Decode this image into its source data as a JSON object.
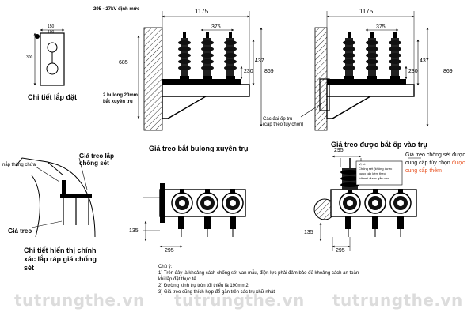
{
  "watermark": [
    "tutrungthe.vn",
    "tutrungthe.vn",
    "tutrungthe.vn"
  ],
  "top_left": {
    "dim_295_label": "295 - 27kV định mức",
    "dim_1175": "1175",
    "dim_375": "375",
    "dim_437": "437",
    "dim_869": "869",
    "dim_685": "685",
    "dim_230": "230",
    "bolt_note_1": "2 bulong 20mm",
    "bolt_note_2": "bắt xuyên trụ",
    "caption": "Giá treo bắt bulong xuyên trụ"
  },
  "top_right": {
    "dim_1175": "1175",
    "dim_375": "375",
    "dim_437": "437",
    "dim_869": "869",
    "dim_230": "230",
    "clamp_note_1": "Các đai ốp trụ",
    "clamp_note_2": "(cấp theo tùy chọn)",
    "caption": "Giá treo được bắt ốp vào trụ"
  },
  "detail": {
    "dim_150": "150",
    "dim_100": "100",
    "dim_300": "300",
    "caption": "Chi tiết lắp đặt"
  },
  "side_detail": {
    "label_bracket_top_1": "Giá treo lắp",
    "label_bracket_top_2": "chống sét",
    "label_cover": "nắp thùng chứa",
    "label_bracket": "Giá treo",
    "caption_1": "Chi tiết hiển thị chính",
    "caption_2": "xác lắp ráp giá chống",
    "caption_3": "sét"
  },
  "bottom_mid": {
    "dim_135": "135",
    "dim_295": "295"
  },
  "bottom_right": {
    "dim_295": "295",
    "dim_135": "135",
    "callout_1": "Vị trí:",
    "callout_2": "Chống sét (không được",
    "callout_3": "cung cấp kèm theo)",
    "callout_4": "*dimmi được gắn vào",
    "callout_5": "t",
    "side_note_1": "Giá treo chống sét được",
    "side_note_2": "cung cấp tùy chọn",
    "side_note_2b": " được",
    "side_note_3": "cung cấp thêm"
  },
  "notes": {
    "title": "Chú ý:",
    "line1": "1) Trên đây là khoảng cách chống sét van mẫu, điện lực phải đảm bảo đủ khoảng cách an toàn",
    "line1b": "khi lắp đặt thực tế",
    "line2": "2) Đường kính trụ tròn tối thiểu là 190mm2",
    "line3": "3) Giá treo cũng thích hợp để gắn trên các trụ chữ nhật"
  },
  "colors": {
    "ink": "#000000",
    "accent": "#e8501f",
    "watermark": "#dcdcdc"
  }
}
